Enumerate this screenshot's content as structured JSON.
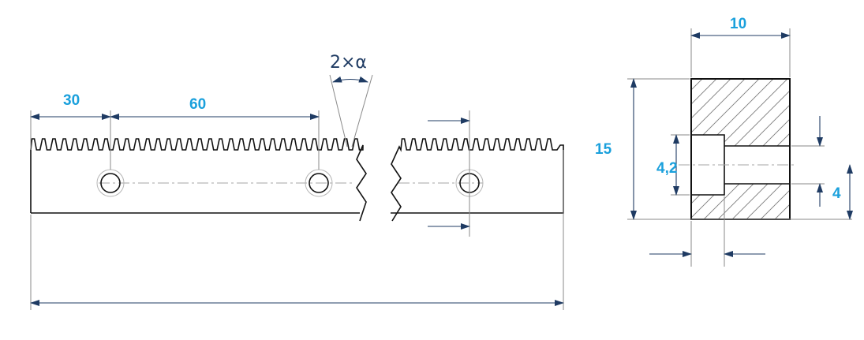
{
  "colors": {
    "outline": "#111111",
    "dimension_line": "#1f3b63",
    "dimension_text": "#1aa0dc",
    "angle_text": "#1f3b63",
    "extension_line": "#8a8a8a",
    "centerline": "#a5a5a5",
    "hatch": "#7a7a7a",
    "background": "#ffffff"
  },
  "rack_view": {
    "dim_first_hole": "30",
    "dim_hole_pitch": "60",
    "angle_label": "2×α"
  },
  "section_view": {
    "dim_width": "10",
    "dim_height": "15",
    "dim_counterbore": "4,2",
    "dim_bore": "4"
  }
}
